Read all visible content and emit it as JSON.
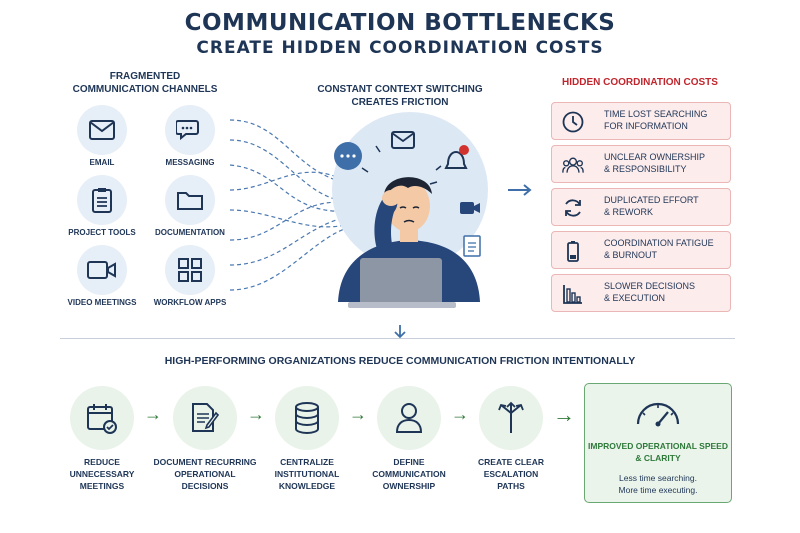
{
  "title": {
    "line1": "COMMUNICATION BOTTLENECKS",
    "line2": "CREATE HIDDEN COORDINATION COSTS"
  },
  "channels": {
    "heading": [
      "FRAGMENTED",
      "COMMUNICATION CHANNELS"
    ],
    "items": [
      {
        "label": "EMAIL",
        "icon": "envelope-icon"
      },
      {
        "label": "MESSAGING",
        "icon": "chat-icon"
      },
      {
        "label": "PROJECT TOOLS",
        "icon": "clipboard-icon"
      },
      {
        "label": "DOCUMENTATION",
        "icon": "folder-icon"
      },
      {
        "label": "VIDEO MEETINGS",
        "icon": "video-camera-icon"
      },
      {
        "label": "WORKFLOW APPS",
        "icon": "grid-icon"
      }
    ]
  },
  "context": {
    "heading": [
      "CONSTANT CONTEXT SWITCHING",
      "CREATES FRICTION"
    ]
  },
  "costs": {
    "heading": "HIDDEN COORDINATION COSTS",
    "items": [
      {
        "line1": "TIME LOST SEARCHING",
        "line2": "FOR INFORMATION",
        "icon": "clock-icon"
      },
      {
        "line1": "UNCLEAR OWNERSHIP",
        "line2": "& RESPONSIBILITY",
        "icon": "people-icon"
      },
      {
        "line1": "DUPLICATED EFFORT",
        "line2": "& REWORK",
        "icon": "refresh-icon"
      },
      {
        "line1": "COORDINATION FATIGUE",
        "line2": "& BURNOUT",
        "icon": "battery-low-icon"
      },
      {
        "line1": "SLOWER DECISIONS",
        "line2": "& EXECUTION",
        "icon": "declining-chart-icon"
      }
    ]
  },
  "solution": {
    "heading": "HIGH-PERFORMING ORGANIZATIONS REDUCE COMMUNICATION FRICTION INTENTIONALLY",
    "steps": [
      {
        "lines": [
          "REDUCE",
          "UNNECESSARY",
          "MEETINGS"
        ],
        "icon": "calendar-check-icon"
      },
      {
        "lines": [
          "DOCUMENT RECURRING",
          "OPERATIONAL",
          "DECISIONS"
        ],
        "icon": "document-pen-icon"
      },
      {
        "lines": [
          "CENTRALIZE",
          "INSTITUTIONAL",
          "KNOWLEDGE"
        ],
        "icon": "database-icon"
      },
      {
        "lines": [
          "DEFINE",
          "COMMUNICATION",
          "OWNERSHIP"
        ],
        "icon": "person-icon"
      },
      {
        "lines": [
          "CREATE CLEAR",
          "ESCALATION",
          "PATHS"
        ],
        "icon": "branching-arrows-icon"
      }
    ],
    "result": {
      "line1": "IMPROVED OPERATIONAL SPEED",
      "line2": "& CLARITY",
      "sub1": "Less time searching.",
      "sub2": "More time executing.",
      "icon": "speedometer-icon"
    }
  },
  "colors": {
    "navy": "#1e3556",
    "accent_blue": "#3f6fa8",
    "red": "#c0262d",
    "green": "#2f7a3a"
  }
}
